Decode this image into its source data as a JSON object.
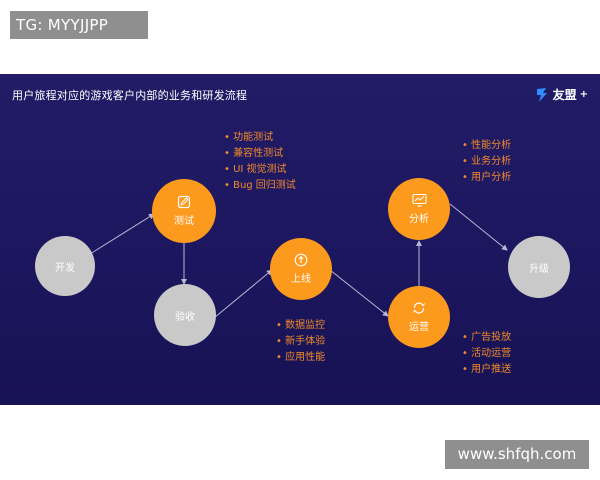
{
  "header": {
    "badge": "TG: MYYJJPP"
  },
  "slide": {
    "title": "用户旅程对应的游戏客户内部的业务和研发流程",
    "brand": {
      "name": "友盟",
      "plus": "+",
      "logo_icon": "youmeng-logo-icon"
    }
  },
  "nodes": {
    "develop": {
      "label": "开发",
      "color": "#c9c9c9"
    },
    "test": {
      "label": "测试",
      "color": "#fb9a1d",
      "icon": "pencil-note-icon"
    },
    "accept": {
      "label": "验收",
      "color": "#c9c9c9"
    },
    "launch": {
      "label": "上线",
      "color": "#fb9a1d",
      "icon": "upload-icon"
    },
    "analyze": {
      "label": "分析",
      "color": "#fb9a1d",
      "icon": "monitor-chart-icon"
    },
    "operate": {
      "label": "运营",
      "color": "#fb9a1d",
      "icon": "cycle-arrows-icon"
    },
    "upgrade": {
      "label": "升级",
      "color": "#c9c9c9"
    }
  },
  "lists": {
    "test_items": [
      "功能测试",
      "兼容性测试",
      "UI 视觉测试",
      "Bug 回归测试"
    ],
    "launch_items": [
      "数据监控",
      "新手体验",
      "应用性能"
    ],
    "analyze_items": [
      "性能分析",
      "业务分析",
      "用户分析"
    ],
    "operate_items": [
      "广告投放",
      "活动运营",
      "用户推送"
    ]
  },
  "colors": {
    "panel_bg": "#1d1760",
    "accent_orange": "#fb9a1d",
    "bullet_text": "#f08a2a",
    "gray_node": "#c9c9c9",
    "connector": "#b9b6d6"
  },
  "footer": {
    "watermark": "www.shfqh.com"
  }
}
